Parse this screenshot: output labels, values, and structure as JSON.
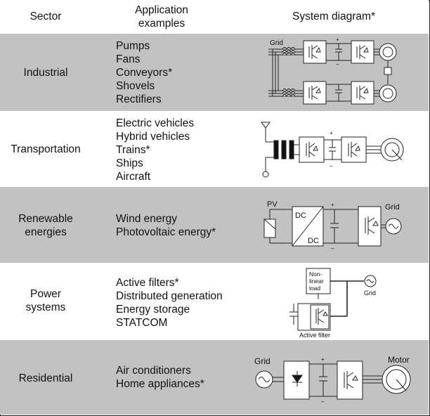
{
  "header": {
    "sector": "Sector",
    "applications_line1": "Application",
    "applications_line2": "examples",
    "diagram": "System diagram*"
  },
  "rows": [
    {
      "sector_lines": [
        "Industrial"
      ],
      "apps": [
        "Pumps",
        "Fans",
        "Conveyors*",
        "Shovels",
        "Rectifiers"
      ],
      "diagram_labels": {
        "grid": "Grid",
        "plus": "+",
        "minus": "–"
      }
    },
    {
      "sector_lines": [
        "Transportation"
      ],
      "apps": [
        "Electric vehicles",
        "Hybrid vehicles",
        "Trains*",
        "Ships",
        "Aircraft"
      ],
      "diagram_labels": {
        "plus": "+",
        "minus": "–"
      }
    },
    {
      "sector_lines": [
        "Renewable",
        "energies"
      ],
      "apps": [
        "Wind energy",
        "Photovoltaic energy*"
      ],
      "diagram_labels": {
        "pv": "PV",
        "dc_top": "DC",
        "dc_bottom": "DC",
        "grid": "Grid",
        "plus": "+",
        "minus": "–"
      }
    },
    {
      "sector_lines": [
        "Power",
        "systems"
      ],
      "apps": [
        "Active filters*",
        "Distributed generation",
        "Energy storage",
        "STATCOM"
      ],
      "diagram_labels": {
        "load_line1": "Non-",
        "load_line2": "linear",
        "load_line3": "load",
        "grid": "Grid",
        "filter": "Active filter"
      }
    },
    {
      "sector_lines": [
        "Residential"
      ],
      "apps": [
        "Air conditioners",
        "Home appliances*"
      ],
      "diagram_labels": {
        "grid": "Grid",
        "motor": "Motor",
        "plus": "+",
        "minus": "–"
      }
    }
  ],
  "colors": {
    "shaded_row": "#c2c2c2",
    "white_row": "#ffffff",
    "lines": "#222222"
  }
}
